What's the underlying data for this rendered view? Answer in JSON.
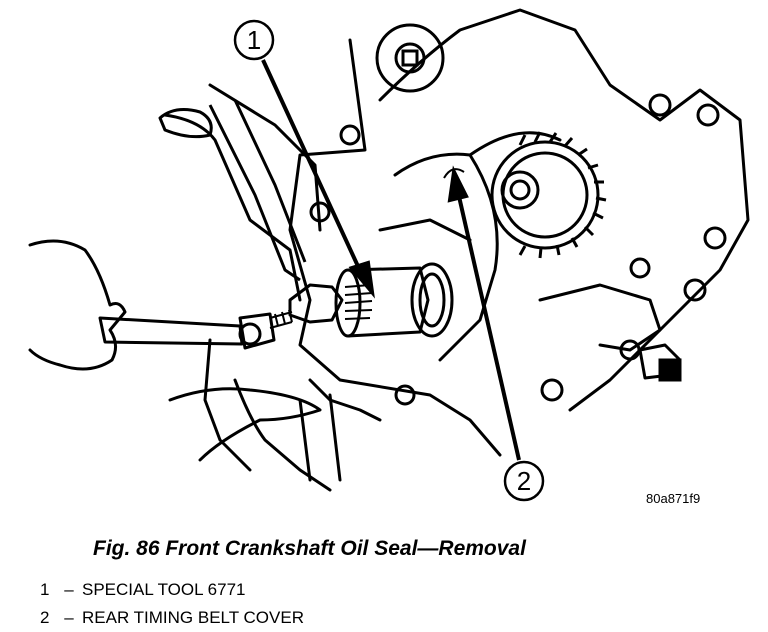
{
  "figure": {
    "callouts": [
      {
        "number": "1"
      },
      {
        "number": "2"
      }
    ],
    "art_code": "80a871f9",
    "caption": "Fig. 86 Front Crankshaft Oil Seal—Removal"
  },
  "legend": [
    {
      "number": "1",
      "separator": "–",
      "text": "SPECIAL TOOL 6771"
    },
    {
      "number": "2",
      "separator": "–",
      "text": "REAR TIMING BELT COVER"
    }
  ]
}
